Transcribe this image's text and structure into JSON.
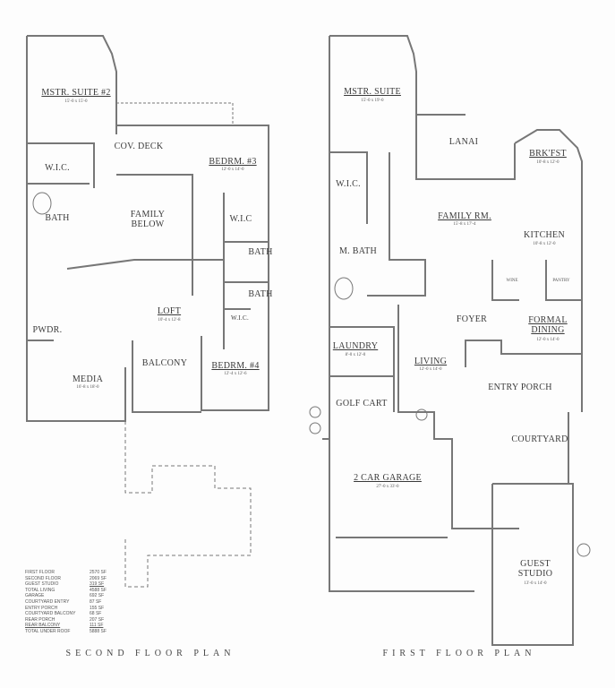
{
  "second_floor": {
    "title": "SECOND FLOOR PLAN",
    "rooms": [
      {
        "name": "MSTR. SUITE #2",
        "dim": "15'-0 x 15'-0"
      },
      {
        "name": "COV. DECK",
        "dim": ""
      },
      {
        "name": "BEDRM. #3",
        "dim": "12'-0 x 14'-0"
      },
      {
        "name": "W.I.C.",
        "dim": ""
      },
      {
        "name": "FAMILY BELOW",
        "dim": ""
      },
      {
        "name": "BATH",
        "dim": ""
      },
      {
        "name": "W.I.C",
        "dim": ""
      },
      {
        "name": "BATH",
        "dim": ""
      },
      {
        "name": "BATH",
        "dim": ""
      },
      {
        "name": "LOFT",
        "dim": "10'-4 x 12'-8"
      },
      {
        "name": "W.I.C.",
        "dim": ""
      },
      {
        "name": "PWDR.",
        "dim": ""
      },
      {
        "name": "BALCONY",
        "dim": ""
      },
      {
        "name": "BEDRM. #4",
        "dim": "12'-4 x 12'-6"
      },
      {
        "name": "MEDIA",
        "dim": "16'-8 x 18'-0"
      }
    ]
  },
  "first_floor": {
    "title": "FIRST FLOOR PLAN",
    "rooms": [
      {
        "name": "MSTR. SUITE",
        "dim": "15'-0 x 19'-0"
      },
      {
        "name": "LANAI",
        "dim": ""
      },
      {
        "name": "BRK'FST",
        "dim": "10'-8 x 12'-0"
      },
      {
        "name": "W.I.C.",
        "dim": ""
      },
      {
        "name": "FAMILY RM.",
        "dim": "15'-8 x 17'-4"
      },
      {
        "name": "KITCHEN",
        "dim": "10'-8 x 12'-0"
      },
      {
        "name": "M. BATH",
        "dim": ""
      },
      {
        "name": "WINE",
        "dim": ""
      },
      {
        "name": "PANTRY",
        "dim": ""
      },
      {
        "name": "FOYER",
        "dim": ""
      },
      {
        "name": "FORMAL DINING",
        "dim": "12'-0 x 14'-0"
      },
      {
        "name": "LAUNDRY",
        "dim": "8'-0 x 12'-0"
      },
      {
        "name": "LIVING",
        "dim": "12'-0 x 14'-0"
      },
      {
        "name": "ENTRY PORCH",
        "dim": ""
      },
      {
        "name": "GOLF CART",
        "dim": ""
      },
      {
        "name": "COURTYARD",
        "dim": ""
      },
      {
        "name": "2 CAR GARAGE",
        "dim": "27'-0 x 33'-0"
      },
      {
        "name": "GUEST STUDIO",
        "dim": "13'-0 x 14'-0"
      }
    ]
  },
  "area_table": [
    {
      "label": "FIRST FLOOR",
      "value": "2570 SF"
    },
    {
      "label": "SECOND FLOOR",
      "value": "2069 SF"
    },
    {
      "label": "GUEST STUDIO",
      "value": "319 SF"
    },
    {
      "label": "TOTAL LIVING",
      "value": "4588 SF"
    },
    {
      "label": "GARAGE",
      "value": "692 SF"
    },
    {
      "label": "COURTYARD ENTRY",
      "value": "87 SF"
    },
    {
      "label": "ENTRY PORCH",
      "value": "155 SF"
    },
    {
      "label": "COURTYARD BALCONY",
      "value": "68 SF"
    },
    {
      "label": "REAR PORCH",
      "value": "207 SF"
    },
    {
      "label": "REAR BALCONY",
      "value": "111 SF"
    },
    {
      "label": "TOTAL UNDER ROOF",
      "value": "5888 SF"
    }
  ]
}
